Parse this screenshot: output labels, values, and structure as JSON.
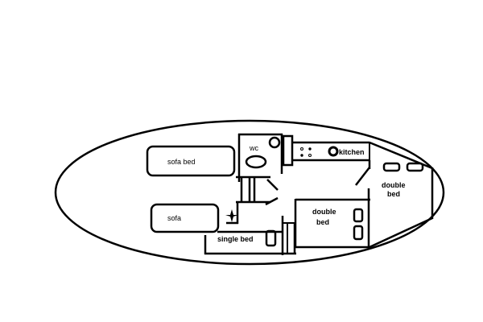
{
  "diagram": {
    "type": "boat-floor-plan",
    "colors": {
      "stroke": "#000000",
      "background": "#ffffff"
    },
    "rooms": {
      "saloon": {
        "sofa_bed": "sofa bed",
        "sofa": "sofa"
      },
      "wc": {
        "label": "wc"
      },
      "galley": {
        "label": "kitchen"
      },
      "aft_cabin": {
        "label": "single bed"
      },
      "mid_cabin": {
        "label_line1": "double",
        "label_line2": "bed"
      },
      "forward_cabin": {
        "label_line1": "double",
        "label_line2": "bed"
      }
    }
  }
}
